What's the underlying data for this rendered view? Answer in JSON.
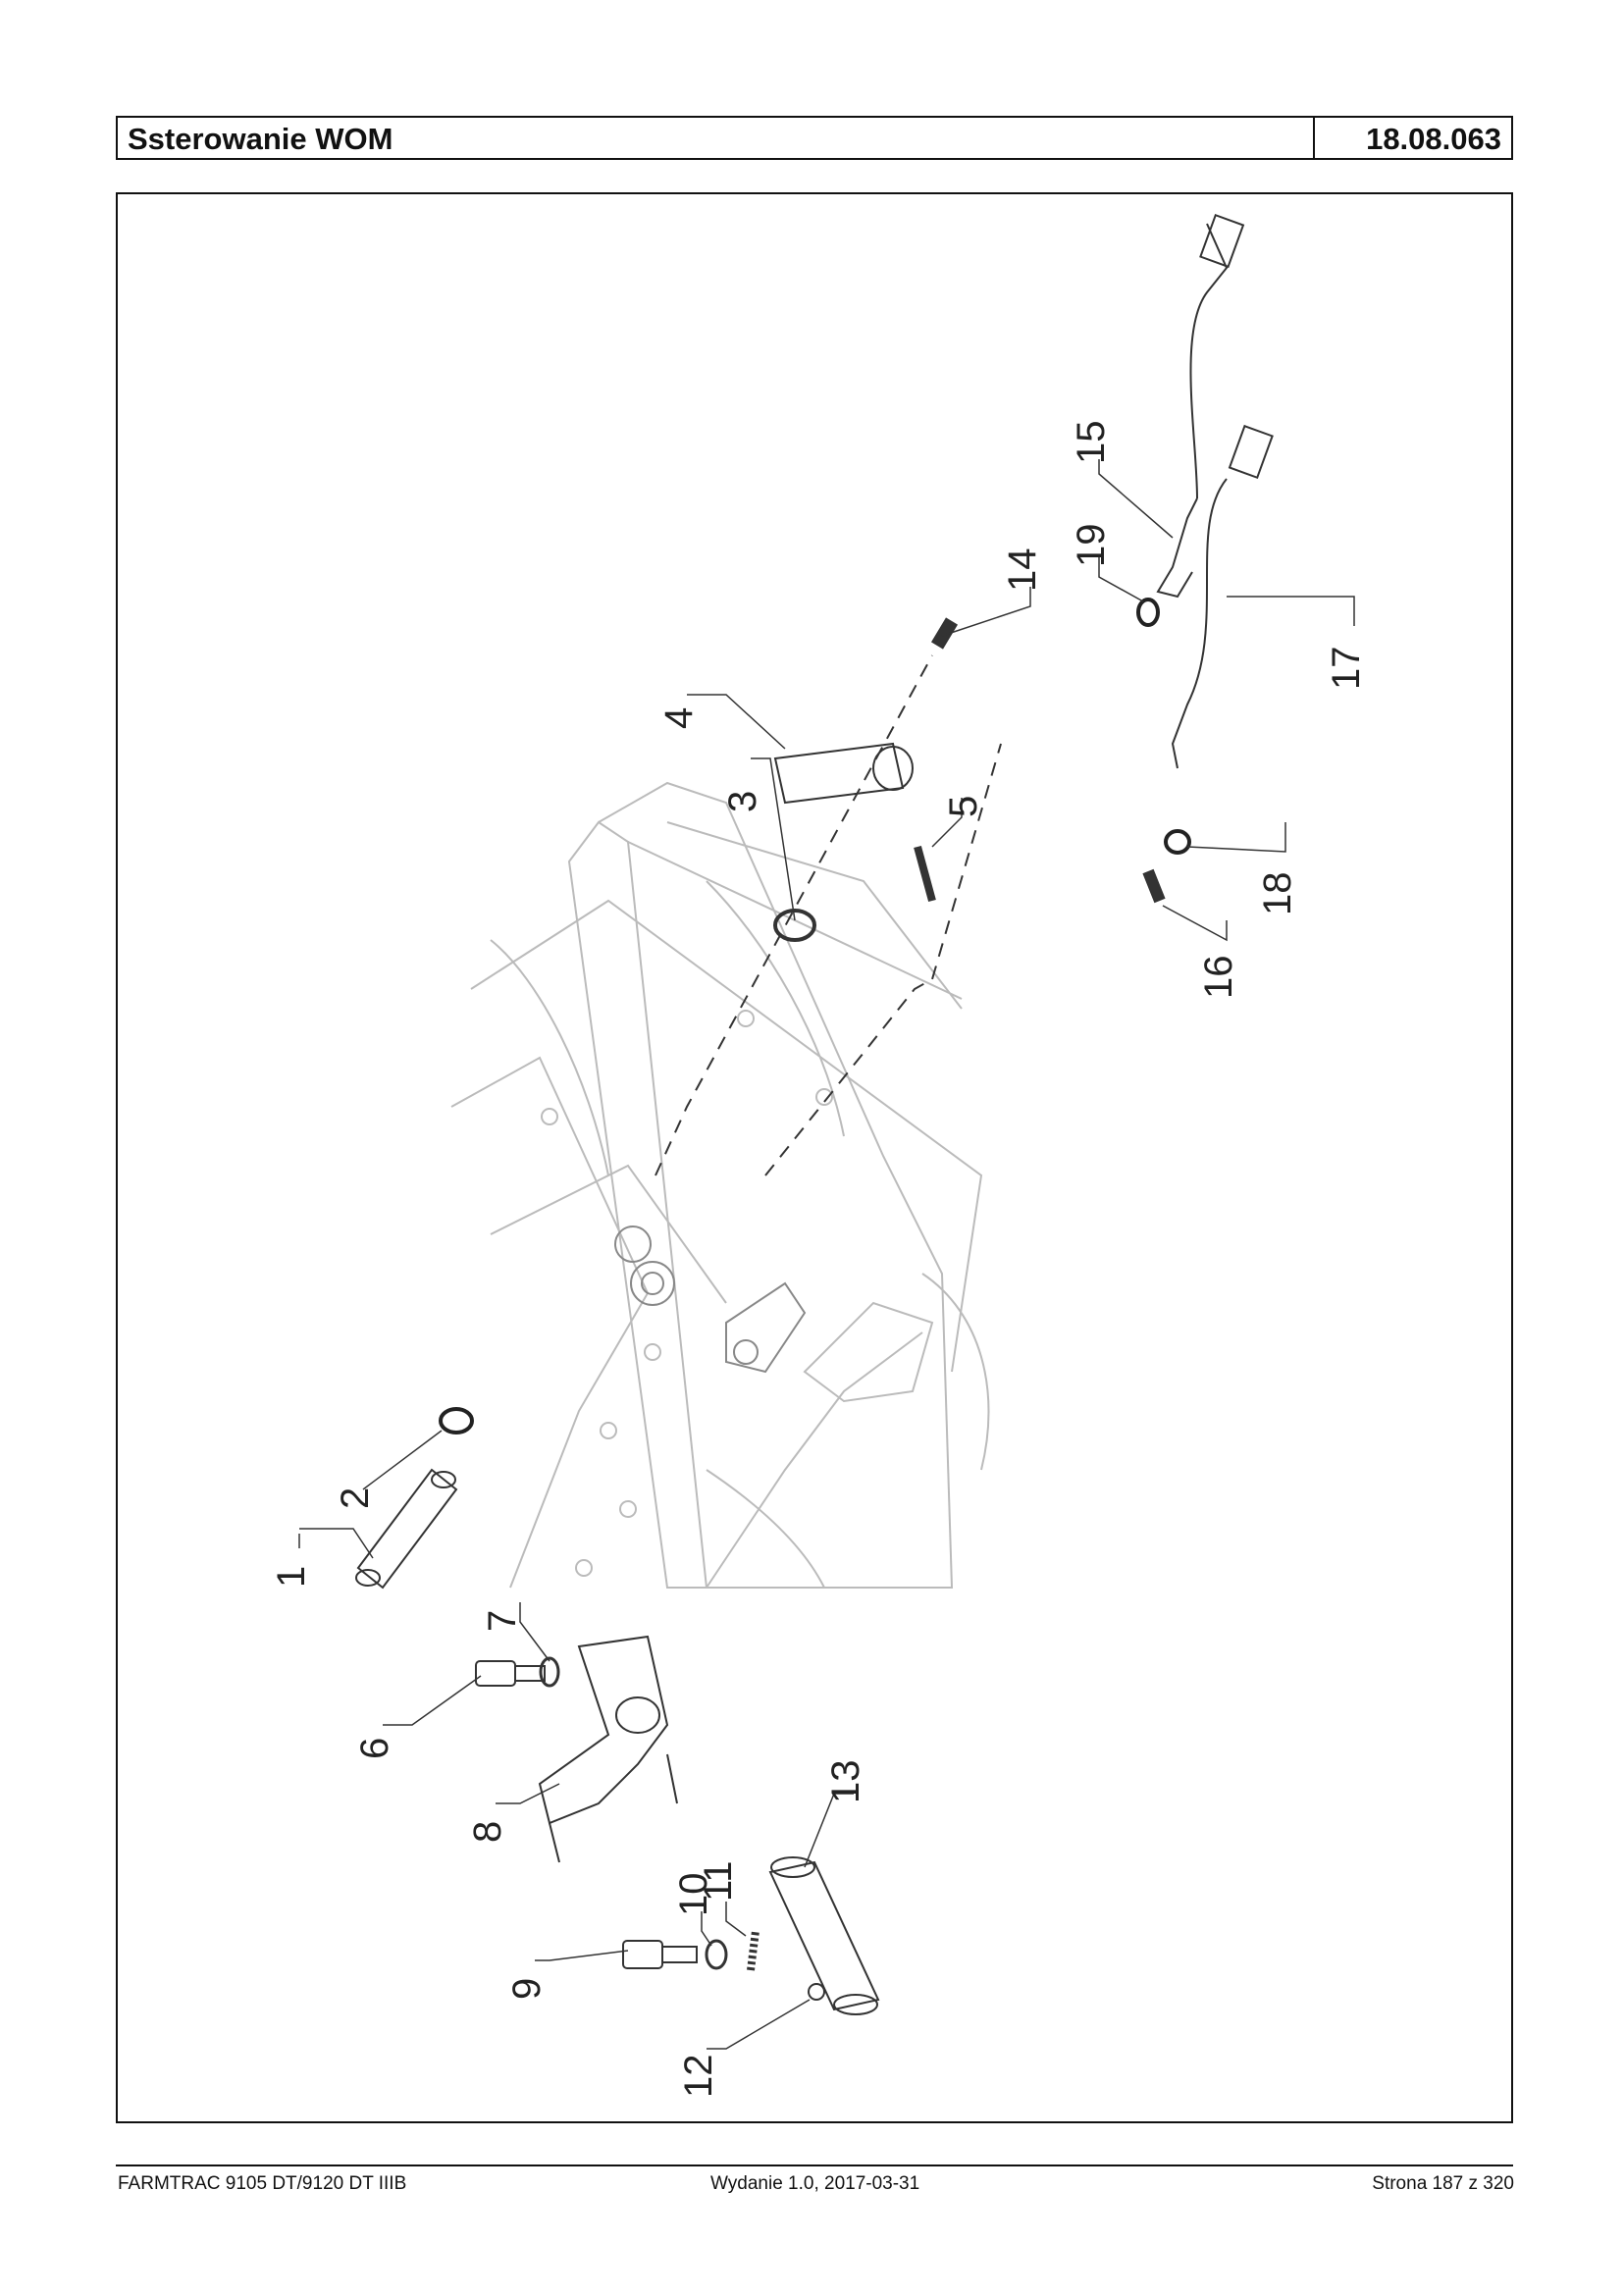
{
  "header": {
    "title": "Ssterowanie WOM",
    "code": "18.08.063"
  },
  "callouts": [
    {
      "label": "1"
    },
    {
      "label": "2"
    },
    {
      "label": "3"
    },
    {
      "label": "4"
    },
    {
      "label": "5"
    },
    {
      "label": "6"
    },
    {
      "label": "7"
    },
    {
      "label": "8"
    },
    {
      "label": "9"
    },
    {
      "label": "10"
    },
    {
      "label": "11"
    },
    {
      "label": "12"
    },
    {
      "label": "13"
    },
    {
      "label": "14"
    },
    {
      "label": "15"
    },
    {
      "label": "16"
    },
    {
      "label": "17"
    },
    {
      "label": "18"
    },
    {
      "label": "19"
    }
  ],
  "footer": {
    "left": "FARMTRAC 9105 DT/9120 DT IIIB",
    "middle": "Wydanie 1.0,  2017-03-31",
    "right": "Strona 187 z 320"
  }
}
